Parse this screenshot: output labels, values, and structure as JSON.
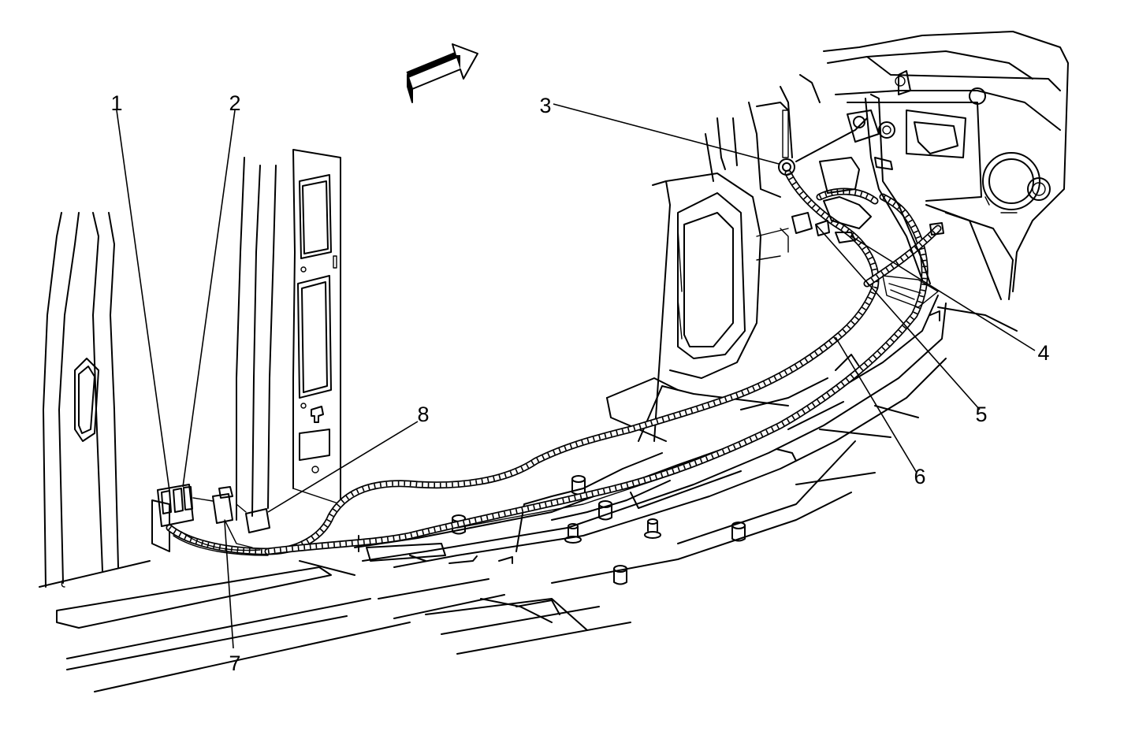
{
  "diagram": {
    "callouts": [
      {
        "id": "1",
        "label": "1"
      },
      {
        "id": "2",
        "label": "2"
      },
      {
        "id": "3",
        "label": "3"
      },
      {
        "id": "4",
        "label": "4"
      },
      {
        "id": "5",
        "label": "5"
      },
      {
        "id": "6",
        "label": "6"
      },
      {
        "id": "7",
        "label": "7"
      },
      {
        "id": "8",
        "label": "8"
      }
    ],
    "icons": {
      "direction_arrow": "forward-direction-arrow-icon"
    },
    "colors": {
      "line": "#000000",
      "background": "#ffffff"
    }
  }
}
